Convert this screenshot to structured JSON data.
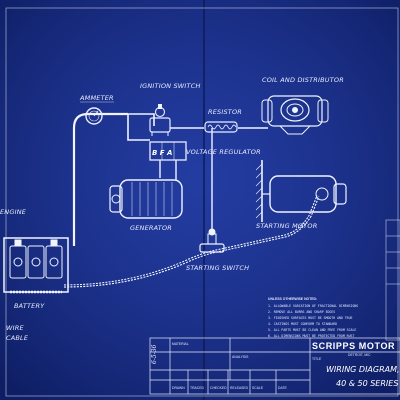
{
  "labels": {
    "ammeter": "AMMETER",
    "ignition_switch": "IGNITION SWITCH",
    "coil_distributor": "COIL AND DISTRIBUTOR",
    "resistor": "RESISTOR",
    "voltage_regulator": "VOLTAGE REGULATOR",
    "regulator_terminals": "B F A",
    "generator": "GENERATOR",
    "starting_motor": "STARTING MOTOR",
    "starting_switch": "STARTING SWITCH",
    "engine": "ENGINE",
    "battery": "BATTERY",
    "wire": "WIRE",
    "cable": "CABLE"
  },
  "notes": {
    "heading": "UNLESS OTHERWISE NOTED:",
    "items": [
      "1. ALLOWABLE VARIATION OF FRACTIONAL DIMENSIONS",
      "2. REMOVE ALL BURRS AND SHARP EDGES",
      "3. FINISHED SURFACES MUST BE SMOOTH AND TRUE",
      "4. CASTINGS MUST CONFORM TO STANDARD",
      "5. ALL PARTS MUST BE CLEAN AND FREE FROM SCALE",
      "6. ALL DIMENSIONS MUST BE PROTECTED FROM RUST"
    ]
  },
  "title_block": {
    "company": "SCRIPPS MOTOR",
    "location": "DETROIT, MIC",
    "title_line1": "WIRING DIAGRAM, V",
    "title_line2": "40 & 50 SERIES",
    "material_label": "MATERIAL",
    "analysis_label": "ANALYSIS",
    "title_label": "TITLE",
    "drawn_label": "DRAWN",
    "traced_label": "TRACED",
    "checked_label": "CHECKED",
    "released_label": "RELEASED",
    "scale_label": "SCALE",
    "date_label": "DATE",
    "date_value": "6-5-36"
  }
}
